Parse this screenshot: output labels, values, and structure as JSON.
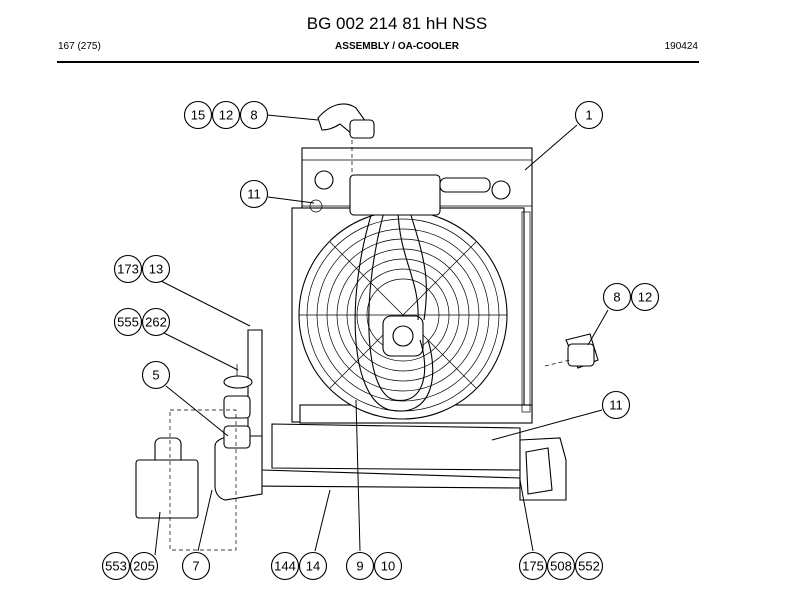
{
  "header": {
    "doc_title": "BG 002 214 81 hH NSS",
    "page": "167 (275)",
    "section": "ASSEMBLY / OA-COOLER",
    "date": "190424"
  },
  "callouts": [
    {
      "id": "c-15-12-8",
      "labels": [
        "15",
        "12",
        "8"
      ]
    },
    {
      "id": "c-1",
      "labels": [
        "1"
      ]
    },
    {
      "id": "c-11-top",
      "labels": [
        "11"
      ]
    },
    {
      "id": "c-173-13",
      "labels": [
        "173",
        "13"
      ]
    },
    {
      "id": "c-8-12",
      "labels": [
        "8",
        "12"
      ]
    },
    {
      "id": "c-555-262",
      "labels": [
        "555",
        "262"
      ]
    },
    {
      "id": "c-5",
      "labels": [
        "5"
      ]
    },
    {
      "id": "c-11-right",
      "labels": [
        "11"
      ]
    },
    {
      "id": "c-553-205",
      "labels": [
        "553",
        "205"
      ]
    },
    {
      "id": "c-7",
      "labels": [
        "7"
      ]
    },
    {
      "id": "c-144-14",
      "labels": [
        "144",
        "14"
      ]
    },
    {
      "id": "c-9-10",
      "labels": [
        "9",
        "10"
      ]
    },
    {
      "id": "c-175-508-552",
      "labels": [
        "175",
        "508",
        "552"
      ]
    }
  ]
}
